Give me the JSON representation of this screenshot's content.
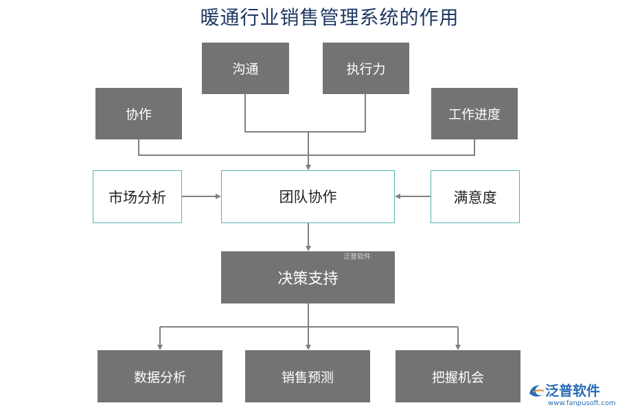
{
  "title": "暖通行业销售管理系统的作用",
  "top_boxes": {
    "goutong": "沟通",
    "zhixingli": "执行力",
    "xiezuo": "协作",
    "gongzuo_jindu": "工作进度"
  },
  "middle_boxes": {
    "shichang_fenxi": "市场分析",
    "tuandui_xiezuo": "团队协作",
    "manyidu": "满意度"
  },
  "decision_box": "决策支持",
  "bottom_boxes": {
    "shuju_fenxi": "数据分析",
    "xiaoshou_yuce": "销售预测",
    "bawo_jihui": "把握机会"
  },
  "watermark": {
    "small_text": "泛普软件",
    "logo_text": "泛普软件",
    "logo_url": "www.fanpusoft.com"
  },
  "colors": {
    "dark_box": "#737373",
    "light_border": "#4fb3b0",
    "title": "#1f3864",
    "connector": "#7f7f7f",
    "logo": "#2a6db5"
  }
}
